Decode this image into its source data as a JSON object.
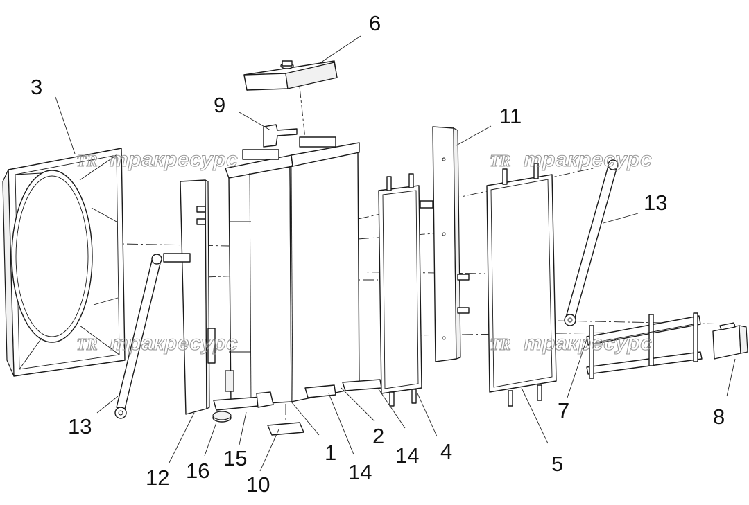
{
  "watermark": {
    "logo": "TR",
    "text": "тракресурс"
  },
  "callouts": {
    "c1": "1",
    "c2": "2",
    "c3": "3",
    "c4": "4",
    "c5": "5",
    "c6": "6",
    "c7": "7",
    "c8": "8",
    "c9": "9",
    "c10": "10",
    "c11": "11",
    "c12": "12",
    "c13": "13",
    "c14": "14",
    "c15": "15",
    "c16": "16"
  },
  "colors": {
    "line": "#1a1a1a",
    "watermark": "#9a9a9a",
    "background": "#ffffff"
  }
}
